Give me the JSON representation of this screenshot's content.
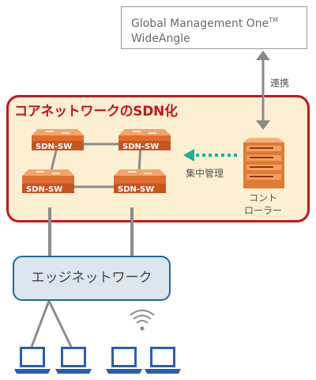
{
  "management": {
    "line1": "Global Management One",
    "tm": "TM",
    "line2": "WideAngle"
  },
  "link_label": "連携",
  "core": {
    "title": "コアネットワークのSDN化"
  },
  "switches": [
    "SDN-SW",
    "SDN-SW",
    "SDN-SW",
    "SDN-SW"
  ],
  "control_label": "集中管理",
  "controller": {
    "line1": "コント",
    "line2": "ローラー"
  },
  "edge": {
    "label": "エッジネットワーク"
  },
  "colors": {
    "core_border": "#c7161e",
    "core_fill": "#fdf0d2",
    "arrow_teal": "#19b39a",
    "edge_border": "#1b6c9a",
    "laptop_blue": "#2a5fb0"
  }
}
